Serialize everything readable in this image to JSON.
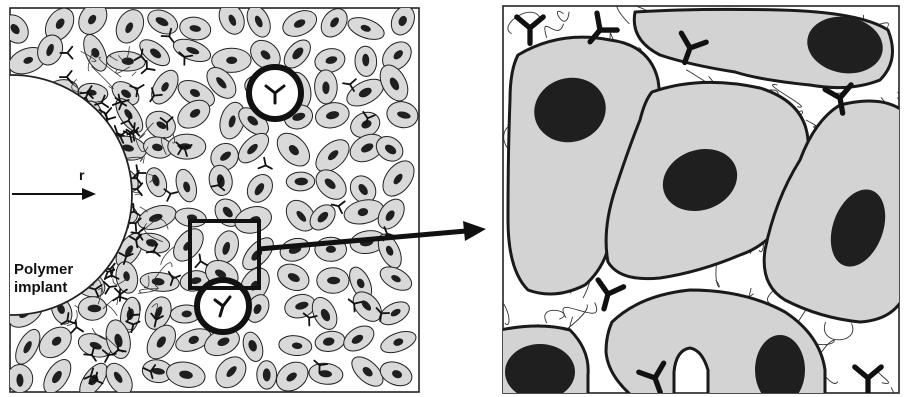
{
  "figure": {
    "left_panel": {
      "implant_label_line1": "Polymer",
      "implant_label_line2": "implant",
      "radius_label": "r"
    },
    "colors": {
      "cell_fill": "#d9d9d9",
      "nucleus": "#1f1f1f",
      "outline": "#222222",
      "background": "#ffffff"
    }
  }
}
